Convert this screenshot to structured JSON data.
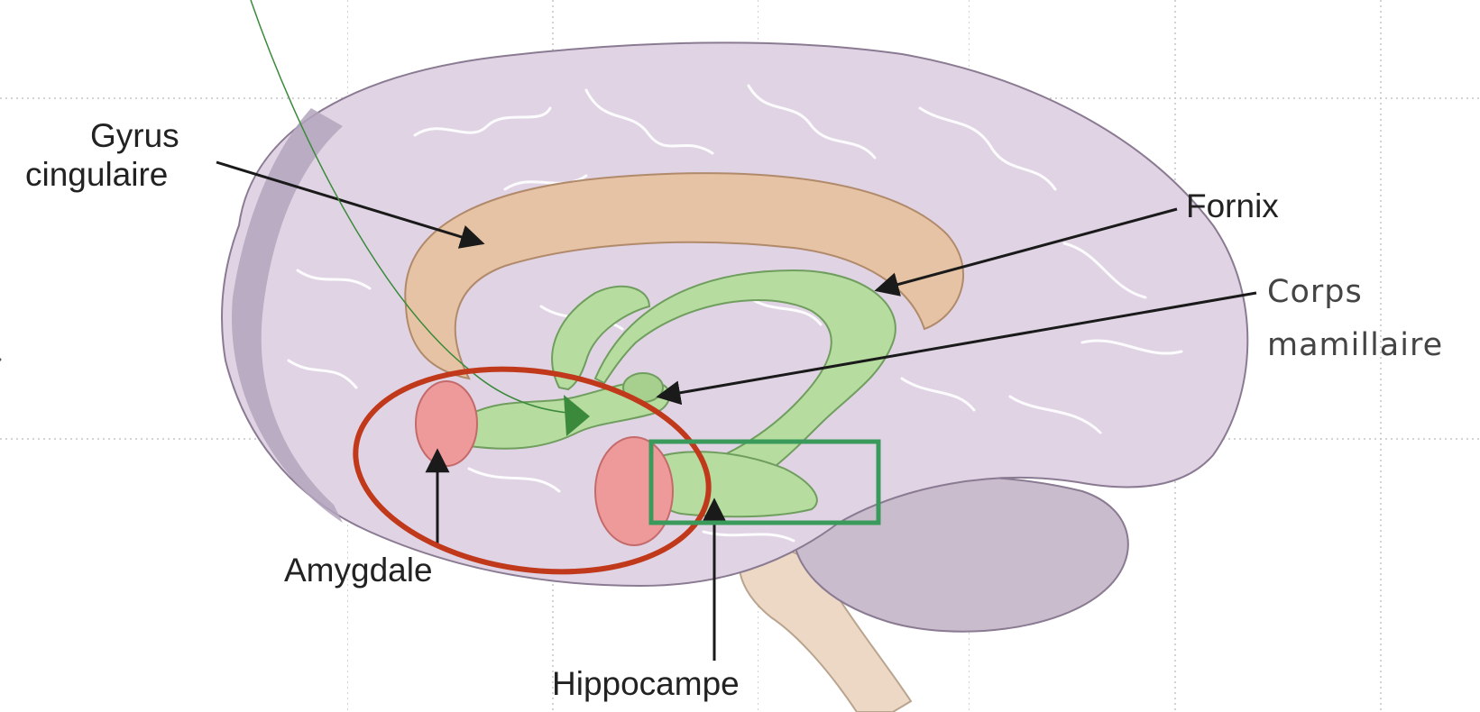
{
  "labels": {
    "gyrus_line1": "Gyrus",
    "gyrus_line2": "cingulaire",
    "fornix": "Fornix",
    "corps_line1": "Corps",
    "corps_line2": "mamillaire",
    "amygdale": "Amygdale",
    "hippocampe": "Hippocampe"
  },
  "colors": {
    "brain": "#e0d4e4",
    "brain_outline": "#8a7a92",
    "cortex_shadow": "#b3a4bd",
    "cingulate": "#e6c3a4",
    "fornix": "#b6dca0",
    "amygdala": "#ee9a9a",
    "cerebellum": "#c9bccc",
    "brainstem": "#ecd8c4",
    "highlight_ellipse": "#c0391b",
    "highlight_rect": "#3a9a5c",
    "annotation_arrow": "#3b8a3b",
    "guide_dots": "#9a9a9a"
  }
}
